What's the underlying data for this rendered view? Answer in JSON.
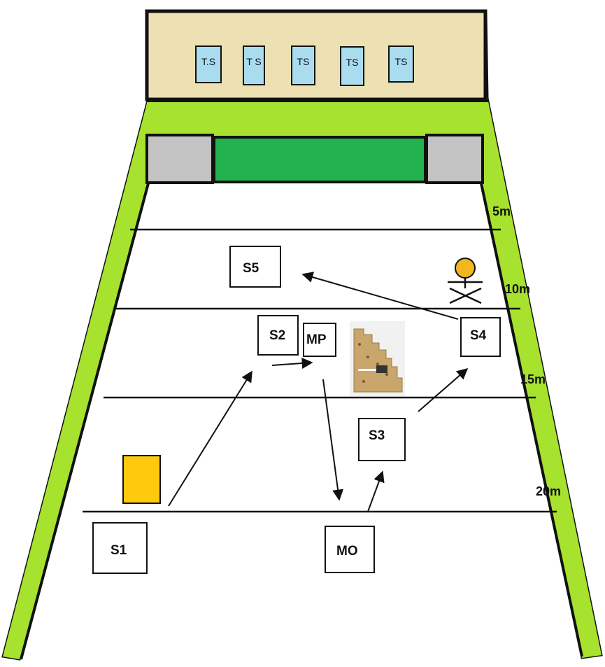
{
  "colors": {
    "grass": "#a6e22e",
    "building": "#ede1b3",
    "target_box": "#a9dcef",
    "goal": "#22b14c",
    "post": "#c3c3c3",
    "card": "#ffc90e",
    "person": "#f2b71f",
    "line": "#111111"
  },
  "targets": [
    "T.S",
    "T S",
    "TS",
    "TS",
    "TS"
  ],
  "distances": {
    "d5": "5m",
    "d10": "10m",
    "d15": "15m",
    "d20": "20m"
  },
  "stations": {
    "s1": "S1",
    "s2": "S2",
    "s3": "S3",
    "s4": "S4",
    "s5": "S5",
    "mp": "MP",
    "mo": "MO"
  },
  "icons": {
    "person": "stick-figure-icon",
    "barricade": "barricade-photo",
    "card": "yellow-card"
  }
}
